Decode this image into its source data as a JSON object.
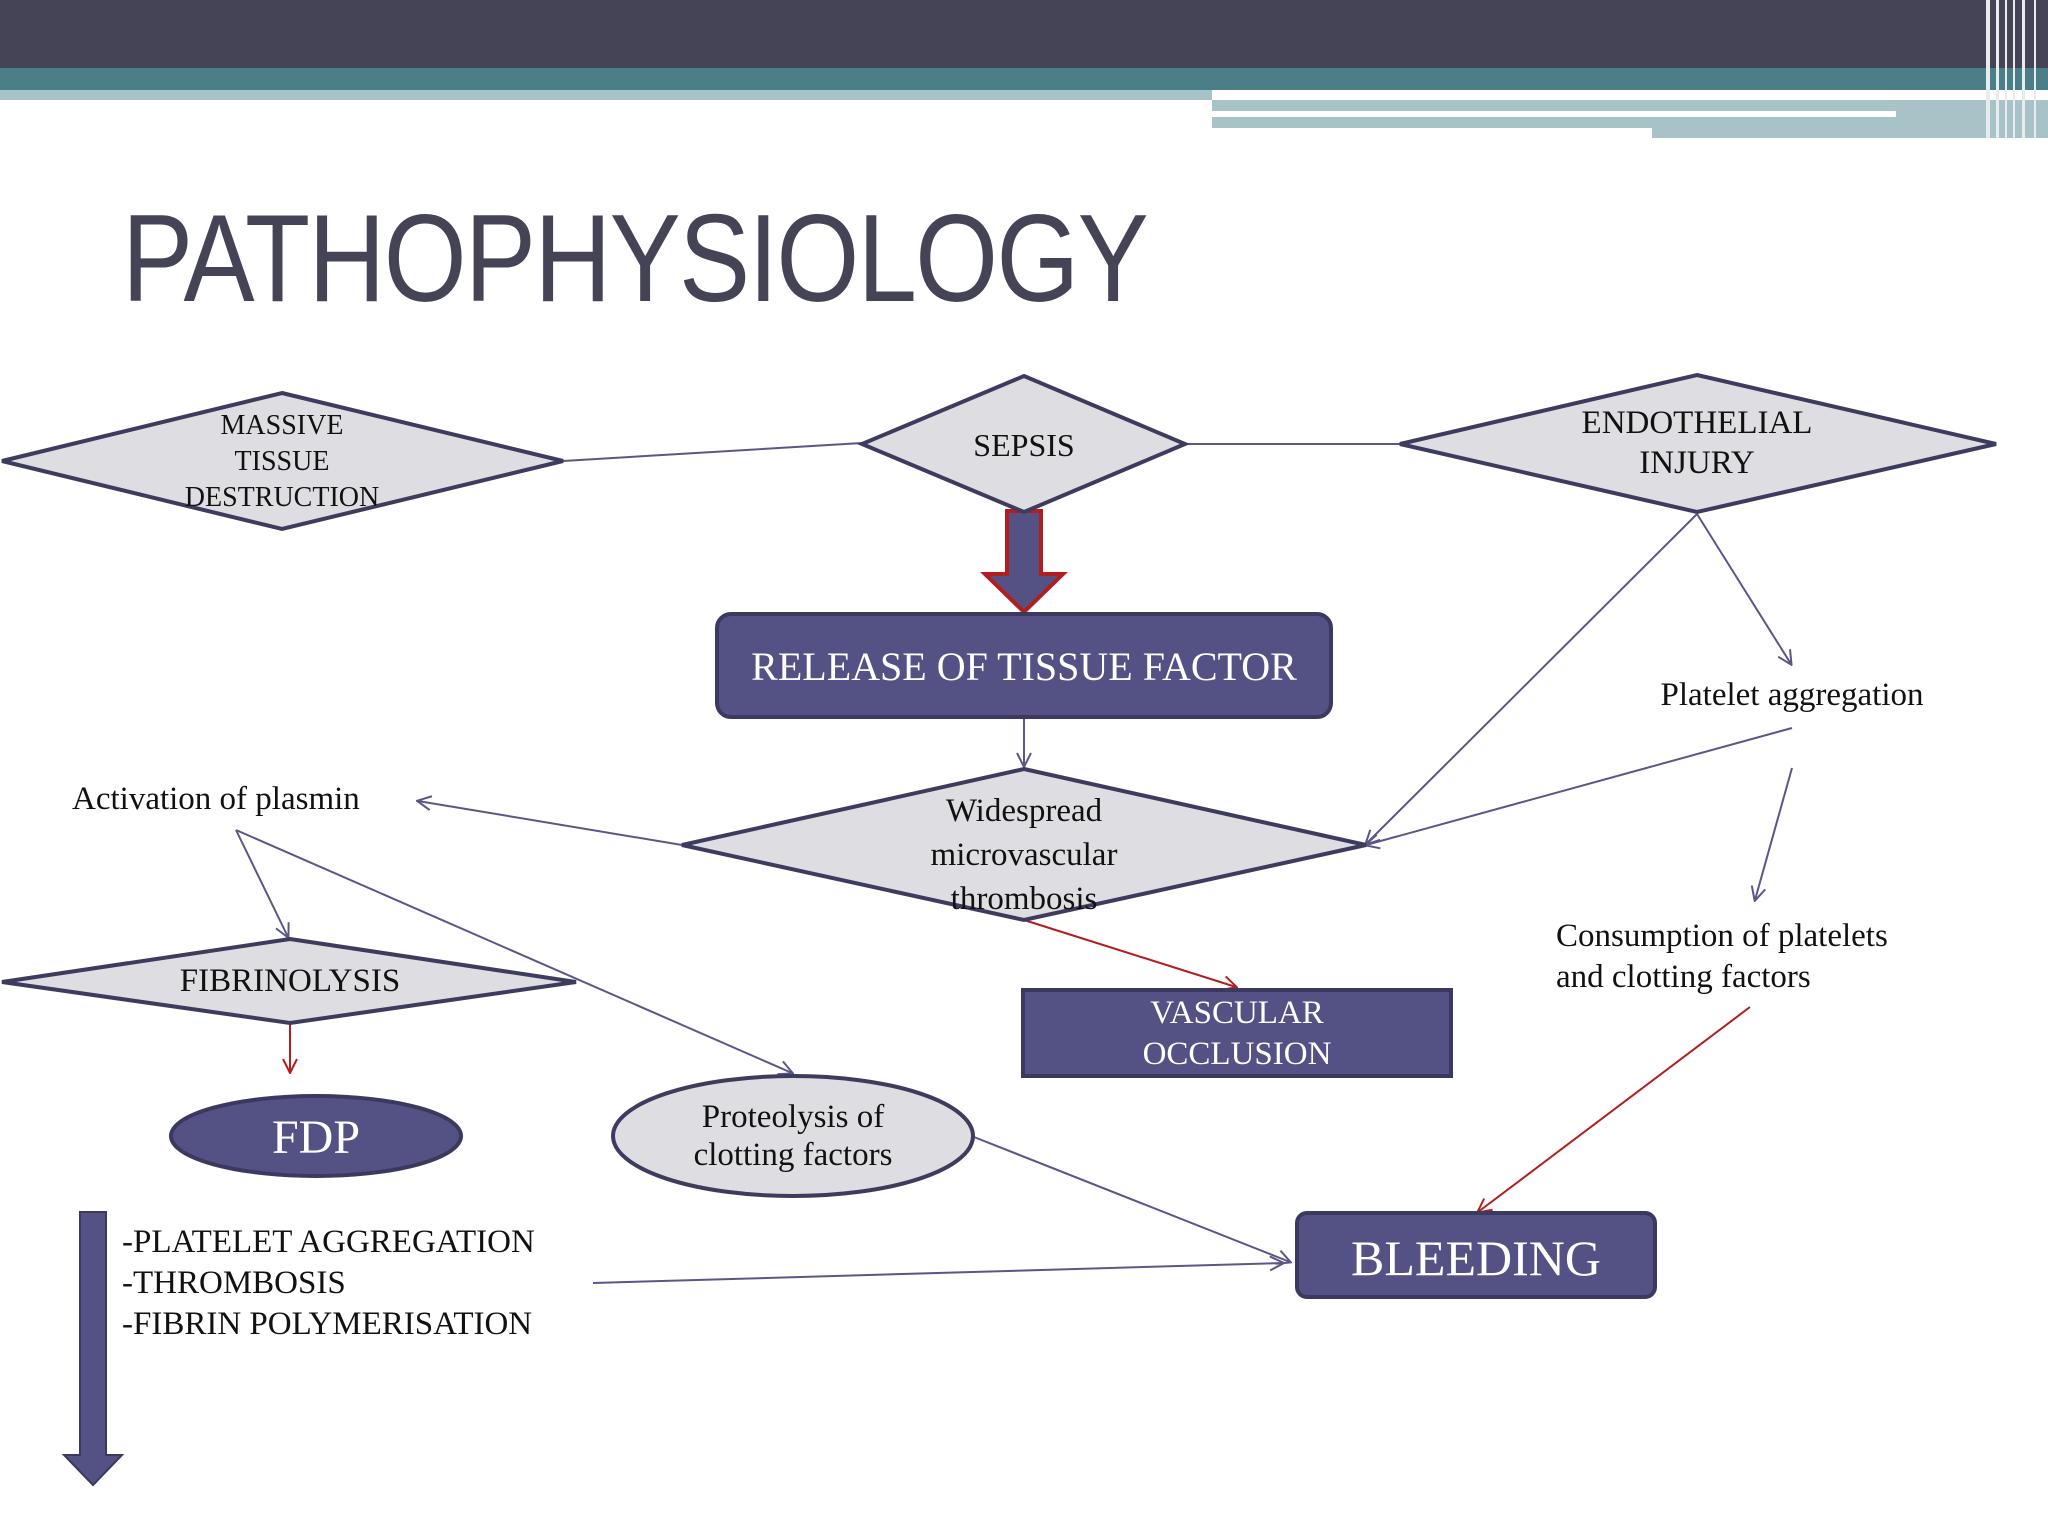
{
  "slide": {
    "title": "PATHOPHYSIOLOGY"
  },
  "nodes": {
    "massive_tissue_destruction": "MASSIVE\nTISSUE\nDESTRUCTION",
    "sepsis": "SEPSIS",
    "endothelial_injury": "ENDOTHELIAL\nINJURY",
    "release_of_tissue_factor": "RELEASE OF TISSUE FACTOR",
    "platelet_aggregation": "Platelet aggregation",
    "activation_of_plasmin": "Activation of plasmin",
    "widespread_thrombosis": "Widespread\nmicrovascular\nthrombosis",
    "fibrinolysis": "FIBRINOLYSIS",
    "vascular_occlusion": "VASCULAR\nOCCLUSION",
    "consumption": "Consumption of platelets\nand clotting factors",
    "fdp": "FDP",
    "proteolysis": "Proteolysis of\nclotting factors",
    "bleeding": "BLEEDING",
    "decreased_list": "-PLATELET AGGREGATION\n-THROMBOSIS\n-FIBRIN POLYMERISATION"
  },
  "colors": {
    "header_dark": "#454456",
    "header_teal": "#4a7f87",
    "header_light": "#a7c3c7",
    "node_fill_purple": "#545185",
    "node_stroke_purple": "#3b3960",
    "node_fill_gray": "#dedde2",
    "node_stroke_gray": "#3e3c5e",
    "connector_line": "#5a5788",
    "connector_red": "#b21e1e",
    "title_text": "#454456"
  }
}
